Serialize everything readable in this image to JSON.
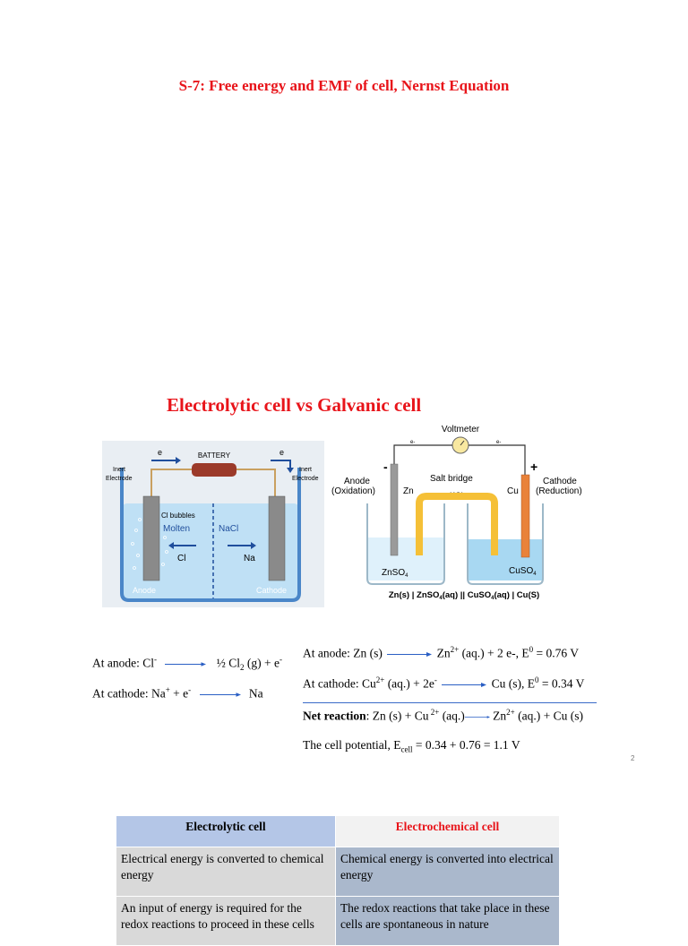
{
  "header": {
    "title": "S-7:  Free energy and EMF of cell, Nernst Equation"
  },
  "section": {
    "title": "Electrolytic cell vs Galvanic cell"
  },
  "electrolytic_figure": {
    "battery_label": "BATTERY",
    "electron_left": "e",
    "electron_right": "e",
    "inert_left": [
      "Inert",
      "Electrode"
    ],
    "inert_right": [
      "Inert",
      "Electrode"
    ],
    "bubbles_label": "Cl bubbles",
    "molten_left": "Molten",
    "molten_right": "NaCl",
    "ion_cl": "Cl",
    "ion_na": "Na",
    "anode_label": "Anode",
    "cathode_label": "Cathode",
    "colors": {
      "frame": "#4a86c8",
      "liquid": "#bfe0f5",
      "electrode": "#8a8a8a",
      "battery": "#9b3a2a"
    }
  },
  "galvanic_figure": {
    "voltmeter_label": "Voltmeter",
    "electron_left": "e-",
    "electron_right": "e-",
    "minus_sign": "-",
    "plus_sign": "+",
    "anode_title": "Anode",
    "anode_sub": "(Oxidation)",
    "zn_label": "Zn",
    "salt_bridge_label": "Salt bridge",
    "kcl_label": "KCL",
    "cu_label": "Cu",
    "cathode_title": "Cathode",
    "cathode_sub": "(Reduction)",
    "znso4_label": "ZnSO",
    "cuso4_label": "CuSO",
    "subscript_4": "4",
    "cell_notation_parts": [
      "Zn(s) | ZnSO",
      "(aq) || CuSO",
      "(aq) | Cu(S)"
    ],
    "colors": {
      "bridge": "#f5c037",
      "zn": "#9a9a9a",
      "cu": "#e9823a",
      "znso4": "#dff1fb",
      "cuso4": "#a8d8f2"
    }
  },
  "electrolytic_eqs": {
    "anode": {
      "lead": "At anode: Cl",
      "sup1": "-",
      "rhs": "½ Cl",
      "sub": "2",
      "rhs2": " (g) + e",
      "sup2": "-"
    },
    "cathode": {
      "lead": "At cathode: Na",
      "sup1": "+",
      "mid": " + e",
      "sup2": "-",
      "rhs": "Na"
    }
  },
  "galvanic_eqs": {
    "anode": {
      "lead": "At anode:  Zn (s)",
      "rhs": "Zn",
      "sup": "2+",
      "rhs2": " (aq.) + 2 e-, E",
      "sup0": "0",
      "rhs3": " = 0.76 V"
    },
    "cathode": {
      "lead": "At cathode: Cu",
      "sup": "2+",
      "mid": " (aq.) + 2e",
      "sup2": "-",
      "rhs": "Cu (s), E",
      "sup0": "0",
      "rhs2": " = 0.34 V"
    },
    "net": {
      "bold": "Net reaction",
      "lead": ": Zn (s) + Cu",
      "sup": " 2+",
      "mid": " (aq.)",
      "rhs": " Zn",
      "sup2": "2+",
      "rhs2": " (aq.) + Cu (s)"
    },
    "potential": {
      "lead": "The cell potential, E",
      "sub": "cell",
      "rhs": " = 0.34 + 0.76 = 1.1 V"
    }
  },
  "page_number": "2",
  "comparison_table": {
    "headers": [
      "Electrolytic cell",
      "Electrochemical cell"
    ],
    "rows": [
      [
        "Electrical energy is converted to chemical energy",
        "Chemical energy is converted into electrical energy"
      ],
      [
        "An input of energy is required for the redox reactions to proceed in these cells",
        "The redox reactions that take place in these cells are spontaneous in nature"
      ]
    ]
  }
}
